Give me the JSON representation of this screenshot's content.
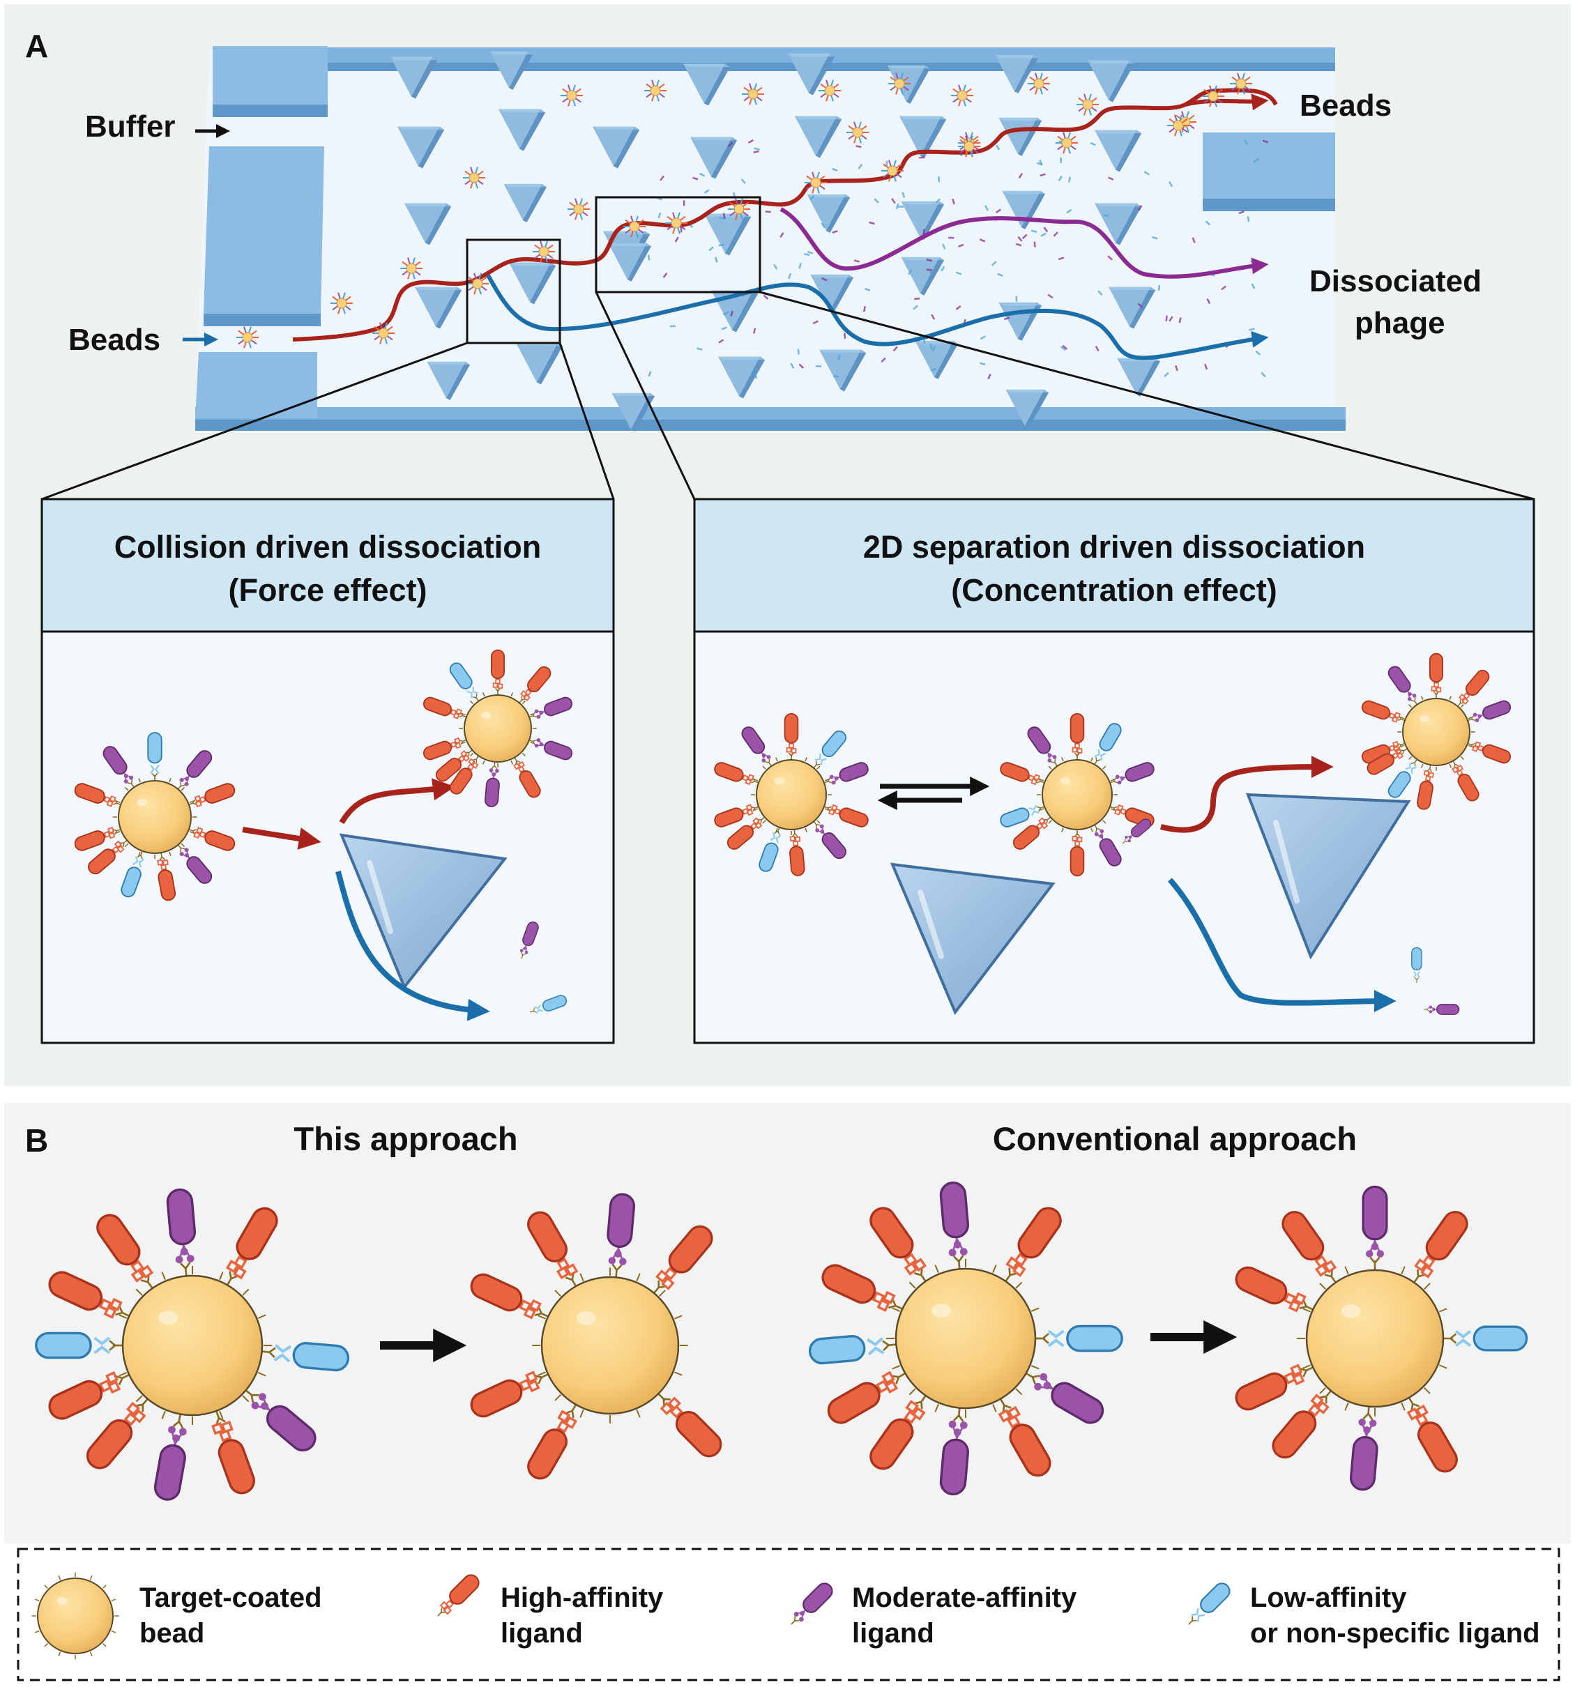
{
  "panel_a": {
    "letter": "A",
    "labels": {
      "buffer": "Buffer",
      "beads_in": "Beads",
      "beads_out": "Beads",
      "dissociated_line1": "Dissociated",
      "dissociated_line2": "phage"
    },
    "box_left": {
      "title_line1": "Collision driven dissociation",
      "title_line2": "(Force effect)"
    },
    "box_right": {
      "title_line1": "2D separation driven dissociation",
      "title_line2": "(Concentration effect)"
    }
  },
  "panel_b": {
    "letter": "B",
    "this_approach": "This approach",
    "conventional_approach": "Conventional approach"
  },
  "legend": {
    "items": [
      {
        "line1": "Target-coated",
        "line2": "bead"
      },
      {
        "line1": "High-affinity",
        "line2": "ligand"
      },
      {
        "line1": "Moderate-affinity",
        "line2": "ligand"
      },
      {
        "line1": "Low-affinity",
        "line2": "or non-specific ligand"
      }
    ]
  },
  "colors": {
    "bead": "#f9cf7c",
    "high_affinity": "#e8643f",
    "moderate_affinity": "#9a53a8",
    "low_affinity": "#8cc9ee",
    "path_red": "#a8231c",
    "path_purple": "#8a2a92",
    "path_blue": "#1a6fab",
    "pillar": "#8fb8dc",
    "channel": "#6ea6d6"
  }
}
